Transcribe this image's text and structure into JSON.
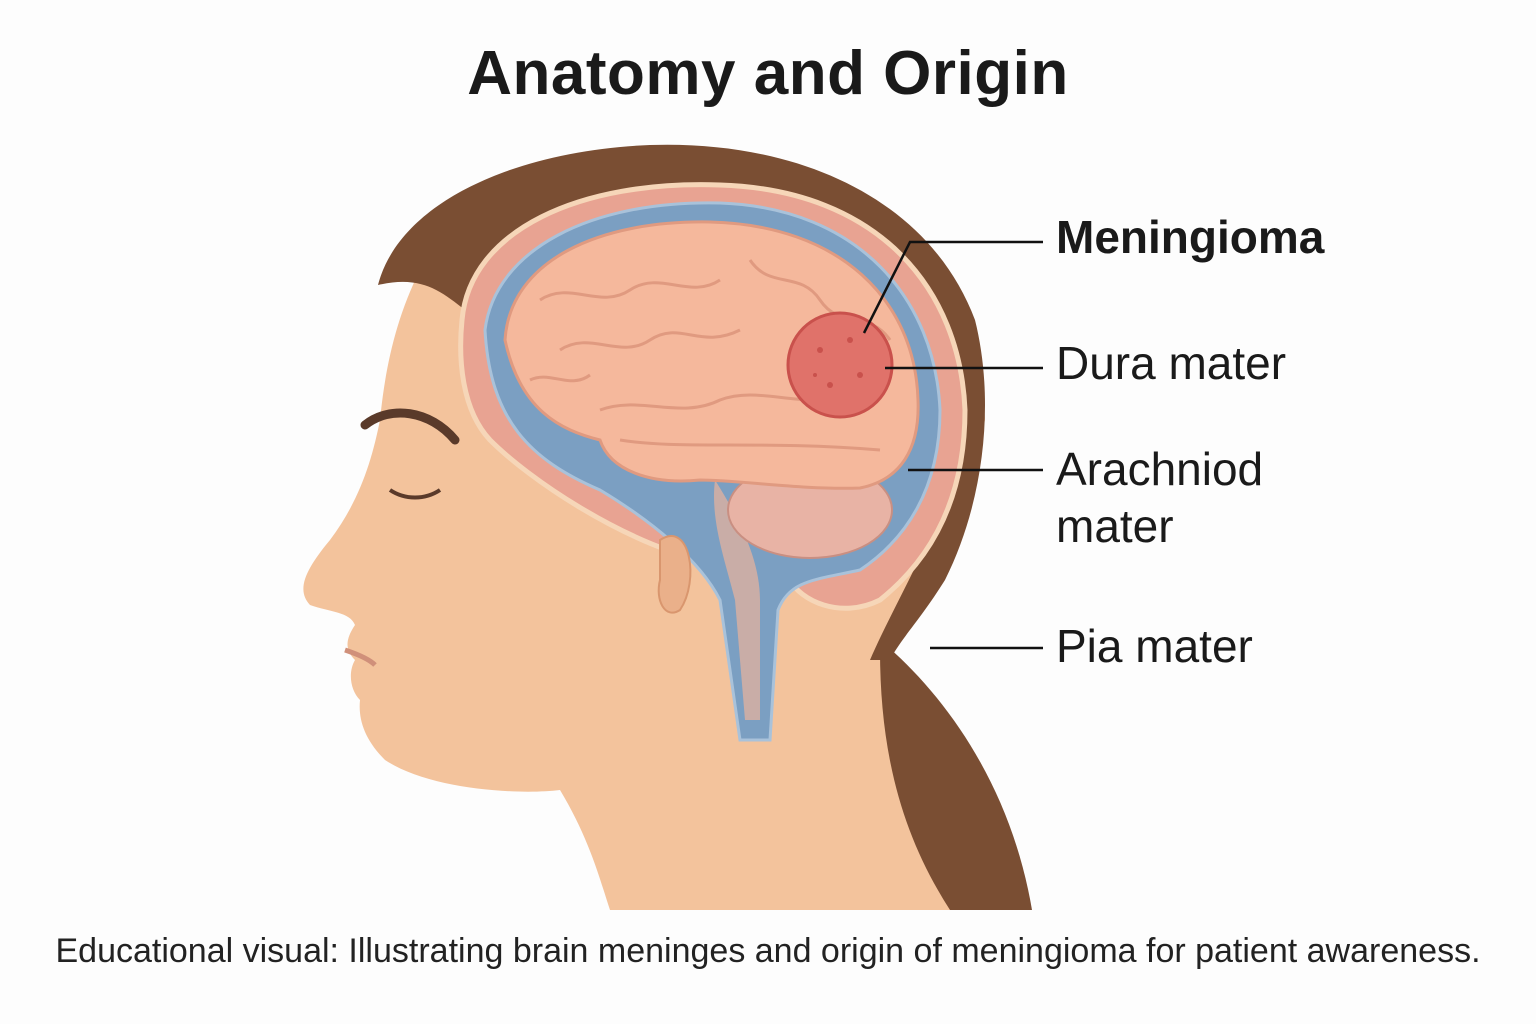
{
  "title": "Anatomy and Origin",
  "labels": {
    "meningioma": "Meningioma",
    "dura": "Dura mater",
    "arachnoid_line1": "Arachniod",
    "arachnoid_line2": "mater",
    "pia": "Pia mater"
  },
  "caption": "Educational visual: Illustrating brain meninges and origin of meningioma for patient awareness.",
  "colors": {
    "skin": "#f3c39c",
    "hair": "#7a4e33",
    "csf": "#7b9fc2",
    "brain": "#f5b89c",
    "tumor": "#e0726a",
    "dura": "#e8a392"
  }
}
